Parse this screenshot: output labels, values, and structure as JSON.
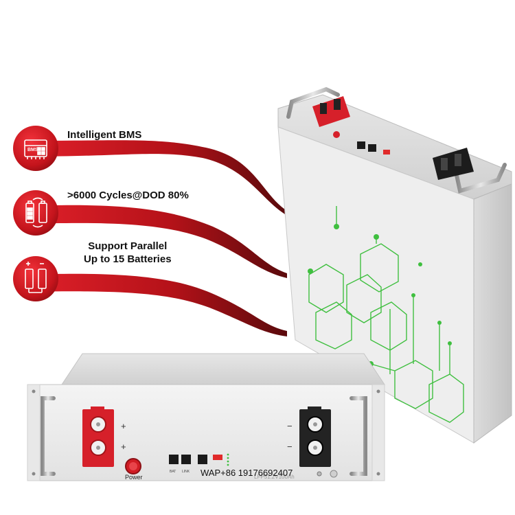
{
  "features": [
    {
      "label": "Intelligent BMS",
      "icon": "bms-chip-icon"
    },
    {
      "label": ">6000 Cycles@DOD 80%",
      "icon": "battery-cycle-icon"
    },
    {
      "label_line1": "Support Parallel",
      "label_line2": "Up to 15 Batteries",
      "icon": "parallel-batteries-icon"
    }
  ],
  "front_panel": {
    "power_label": "Power",
    "port_labels": [
      "BAT",
      "LINK"
    ],
    "positive_sign": "+",
    "negative_sign": "−",
    "model_text": "LFP51.2V100Ah"
  },
  "watermark": "WAP+86 19176692407",
  "colors": {
    "accent_red": "#d81f26",
    "dark_red": "#7a0f12",
    "circuit_green": "#3fbf3f",
    "terminal_red": "#d6202a",
    "terminal_black": "#222222",
    "case_white": "#ededed"
  }
}
